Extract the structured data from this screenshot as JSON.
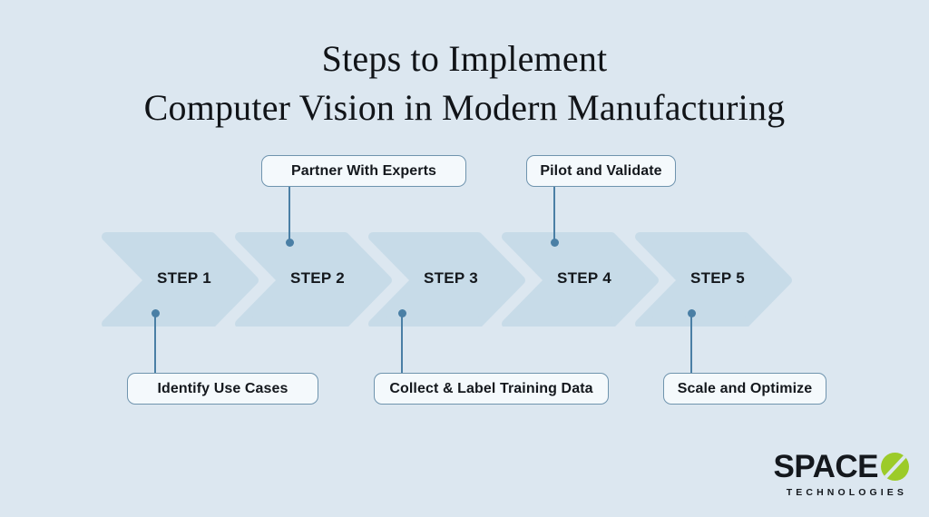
{
  "background_color": "#dce7f0",
  "accent_color": "#4a7fa5",
  "chevron_color": "#c7dbe8",
  "logo_mark_color": "#9ccb29",
  "title": {
    "line1": "Steps to Implement",
    "line2": "Computer Vision in Modern Manufacturing"
  },
  "steps": [
    {
      "step_label": "STEP 1",
      "callout": "Identify Use Cases",
      "callout_position": "below"
    },
    {
      "step_label": "STEP 2",
      "callout": "Partner With Experts",
      "callout_position": "above"
    },
    {
      "step_label": "STEP 3",
      "callout": "Collect & Label Training Data",
      "callout_position": "below"
    },
    {
      "step_label": "STEP 4",
      "callout": "Pilot and Validate",
      "callout_position": "above"
    },
    {
      "step_label": "STEP 5",
      "callout": "Scale and Optimize",
      "callout_position": "below"
    }
  ],
  "logo": {
    "wordmark": "SPACE",
    "mark_icon": "slashed-circle-icon",
    "tagline": "TECHNOLOGIES"
  }
}
